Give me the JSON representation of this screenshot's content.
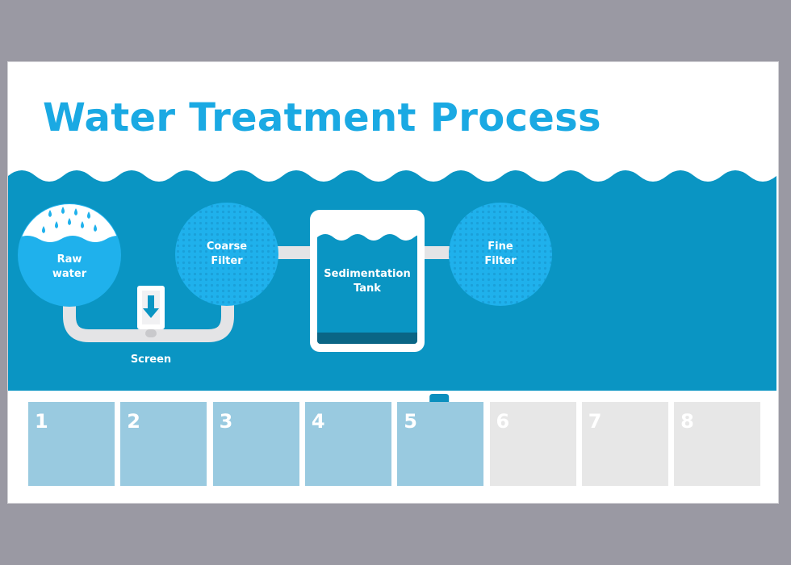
{
  "title": "Water Treatment Process",
  "colors": {
    "title": "#1aa9e3",
    "water_band": "#0a95c3",
    "bubble": "#1fb1ec",
    "pipe": "#e4e4e6",
    "tank_dark": "#0a6585",
    "tile_done": "#99cae0",
    "tile_pending": "#e7e7e7",
    "marker": "#0a8fbe"
  },
  "stages": {
    "raw_water": "Raw\nwater",
    "screen": "Screen",
    "coarse_filter": "Coarse\nFilter",
    "sedimentation_tank": "Sedimentation\nTank",
    "fine_filter": "Fine\nFilter"
  },
  "steps": [
    {
      "number": "1",
      "status": "done"
    },
    {
      "number": "2",
      "status": "done"
    },
    {
      "number": "3",
      "status": "done"
    },
    {
      "number": "4",
      "status": "done"
    },
    {
      "number": "5",
      "status": "current"
    },
    {
      "number": "6",
      "status": "pending"
    },
    {
      "number": "7",
      "status": "pending"
    },
    {
      "number": "8",
      "status": "pending"
    }
  ],
  "current_step": 5
}
